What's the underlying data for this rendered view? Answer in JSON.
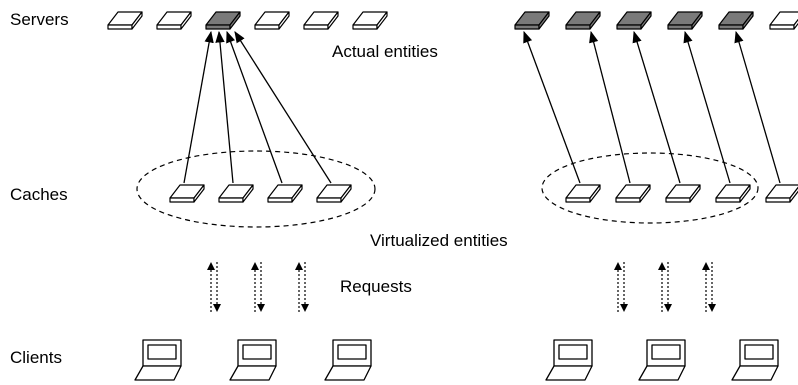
{
  "labels": {
    "servers": "Servers",
    "caches": "Caches",
    "clients": "Clients",
    "actual_entities": "Actual entities",
    "virtualized_entities": "Virtualized entities",
    "requests": "Requests"
  },
  "colors": {
    "entity_fill": "#ffffff",
    "active_entity_fill": "#7a7a7a",
    "stroke": "#000000"
  },
  "left_scenario": {
    "servers": [
      {
        "active": false
      },
      {
        "active": false
      },
      {
        "active": true
      },
      {
        "active": false
      },
      {
        "active": false
      },
      {
        "active": false
      }
    ],
    "caches": 4,
    "cache_to_server": [
      2,
      2,
      2,
      2
    ],
    "request_channels": 3,
    "clients": 3
  },
  "right_scenario": {
    "servers": [
      {
        "active": true
      },
      {
        "active": true
      },
      {
        "active": true
      },
      {
        "active": true
      },
      {
        "active": true
      },
      {
        "active": false
      }
    ],
    "caches": 5,
    "cache_to_server": [
      0,
      1,
      2,
      3,
      4
    ],
    "request_channels": 3,
    "clients": 3
  }
}
